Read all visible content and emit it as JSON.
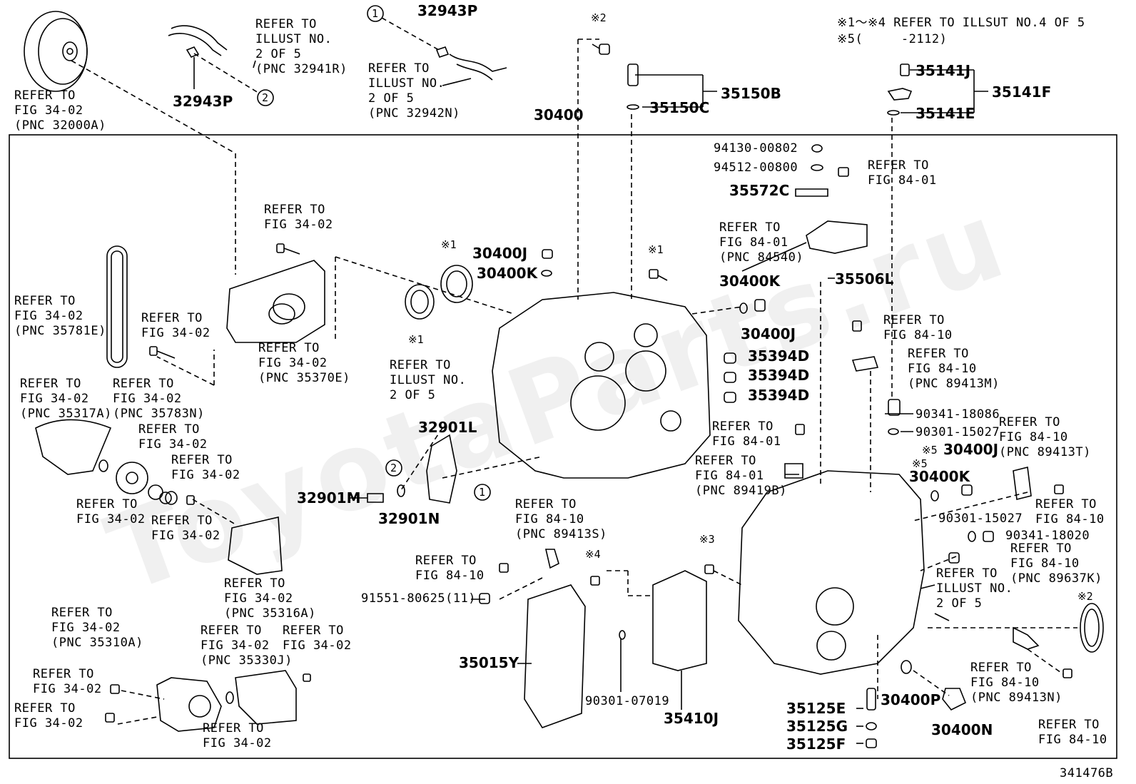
{
  "watermark": "ToyotaParts.ru",
  "notes": {
    "line1": "※1～※4 REFER TO ILLSUT NO.4 OF 5",
    "line2": "※5(     -2112)"
  },
  "figure_id": "341476B",
  "refs": [
    {
      "id": "r1",
      "lines": [
        "REFER TO",
        "FIG 34-02",
        "(PNC 32000A)"
      ]
    },
    {
      "id": "r2",
      "lines": [
        "REFER TO",
        "ILLUST NO.",
        "2 OF 5",
        "(PNC 32941R)"
      ]
    },
    {
      "id": "r3",
      "lines": [
        "REFER TO",
        "ILLUST NO.",
        "2 OF 5",
        "(PNC 32942N)"
      ]
    },
    {
      "id": "r4",
      "lines": [
        "REFER TO",
        "FIG 34-02"
      ]
    },
    {
      "id": "r5",
      "lines": [
        "REFER TO",
        "FIG 34-02",
        "(PNC 35781E)"
      ]
    },
    {
      "id": "r6",
      "lines": [
        "REFER TO",
        "FIG 34-02"
      ]
    },
    {
      "id": "r7",
      "lines": [
        "REFER TO",
        "FIG 34-02",
        "(PNC 35370E)"
      ]
    },
    {
      "id": "r8",
      "lines": [
        "REFER TO",
        "ILLUST NO.",
        "2 OF 5"
      ]
    },
    {
      "id": "r9",
      "lines": [
        "REFER TO",
        "FIG 34-02",
        "(PNC 35317A)"
      ]
    },
    {
      "id": "r10",
      "lines": [
        "REFER TO",
        "FIG 34-02",
        "(PNC 35783N)"
      ]
    },
    {
      "id": "r11",
      "lines": [
        "REFER TO",
        "FIG 34-02"
      ]
    },
    {
      "id": "r12",
      "lines": [
        "REFER TO",
        "FIG 34-02"
      ]
    },
    {
      "id": "r13",
      "lines": [
        "REFER TO",
        "FIG 34-02"
      ]
    },
    {
      "id": "r14",
      "lines": [
        "REFER TO",
        "FIG 34-02"
      ]
    },
    {
      "id": "r15",
      "lines": [
        "REFER TO",
        "FIG 34-02",
        "(PNC 35316A)"
      ]
    },
    {
      "id": "r16",
      "lines": [
        "REFER TO",
        "FIG 34-02",
        "(PNC 35310A)"
      ]
    },
    {
      "id": "r17",
      "lines": [
        "REFER TO",
        "FIG 34-02",
        "(PNC 35330J)"
      ]
    },
    {
      "id": "r18",
      "lines": [
        "REFER TO",
        "FIG 34-02"
      ]
    },
    {
      "id": "r19",
      "lines": [
        "REFER TO",
        "FIG 34-02"
      ]
    },
    {
      "id": "r20",
      "lines": [
        "REFER TO",
        "FIG 34-02"
      ]
    },
    {
      "id": "r21",
      "lines": [
        "REFER TO",
        "FIG 34-02"
      ]
    },
    {
      "id": "r22",
      "lines": [
        "REFER TO",
        "FIG 84-10",
        "(PNC 89413S)"
      ]
    },
    {
      "id": "r23",
      "lines": [
        "REFER TO",
        "FIG 84-10"
      ]
    },
    {
      "id": "r24",
      "lines": [
        "REFER TO",
        "FIG 84-01"
      ]
    },
    {
      "id": "r25",
      "lines": [
        "REFER TO",
        "FIG 84-01",
        "(PNC 84540)"
      ]
    },
    {
      "id": "r26",
      "lines": [
        "REFER TO",
        "FIG 84-10"
      ]
    },
    {
      "id": "r27",
      "lines": [
        "REFER TO",
        "FIG 84-10",
        "(PNC 89413M)"
      ]
    },
    {
      "id": "r28",
      "lines": [
        "REFER TO",
        "FIG 84-01"
      ]
    },
    {
      "id": "r29",
      "lines": [
        "REFER TO",
        "FIG 84-01",
        "(PNC 89419B)"
      ]
    },
    {
      "id": "r30",
      "lines": [
        "REFER TO",
        "FIG 84-10",
        "(PNC 89413T)"
      ]
    },
    {
      "id": "r31",
      "lines": [
        "REFER TO",
        "FIG 84-10"
      ]
    },
    {
      "id": "r32",
      "lines": [
        "REFER TO",
        "FIG 84-10",
        "(PNC 89637K)"
      ]
    },
    {
      "id": "r33",
      "lines": [
        "REFER TO",
        "ILLUST NO.",
        "2 OF 5"
      ]
    },
    {
      "id": "r34",
      "lines": [
        "REFER TO",
        "FIG 84-10",
        "(PNC 89413N)"
      ]
    },
    {
      "id": "r35",
      "lines": [
        "REFER TO",
        "FIG 84-10"
      ]
    }
  ],
  "parts": {
    "p32943P_a": "32943P",
    "p32943P_b": "32943P",
    "p30400": "30400",
    "p35150B": "35150B",
    "p35150C": "35150C",
    "p35141J": "35141J",
    "p35141F": "35141F",
    "p35141E": "35141E",
    "p94130": "94130-00802",
    "p94512": "94512-00800",
    "p35572C": "35572C",
    "p30400J_a": "30400J",
    "p30400K_a": "30400K",
    "p30400K_b": "30400K",
    "p30400J_b": "30400J",
    "p35506L": "35506L",
    "p35394D_a": "35394D",
    "p35394D_b": "35394D",
    "p35394D_c": "35394D",
    "p32901L": "32901L",
    "p32901M": "32901M",
    "p32901N": "32901N",
    "p90341_18086": "90341-18086",
    "p90301_15027a": "90301-15027",
    "p30400J_c": "30400J",
    "p30400K_c": "30400K",
    "p90301_15027b": "90301-15027",
    "p90341_18020": "90341-18020",
    "p91551": "91551-80625(11)",
    "p35015Y": "35015Y",
    "p90301_07019": "90301-07019",
    "p35410J": "35410J",
    "p35125E": "35125E",
    "p35125G": "35125G",
    "p35125F": "35125F",
    "p30400P": "30400P",
    "p30400N": "30400N"
  },
  "marks": {
    "k1a": "※1",
    "k1b": "※1",
    "k1c": "※1",
    "k2a": "※2",
    "k2b": "※2",
    "k3": "※3",
    "k4": "※4",
    "k5a": "※5",
    "k5b": "※5",
    "c1a": "1",
    "c2a": "2",
    "c1b": "1",
    "c2b": "2"
  }
}
